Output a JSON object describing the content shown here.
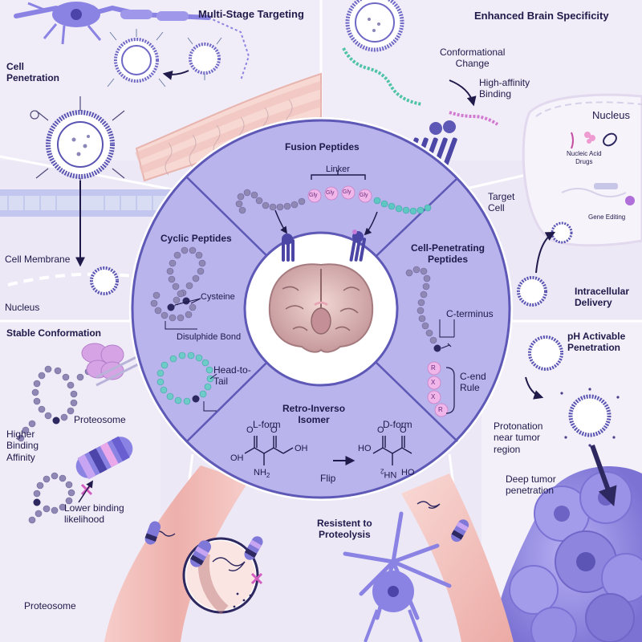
{
  "panels": {
    "multi_stage_targeting": "Multi-Stage Targeting",
    "enhanced_brain_specificity": "Enhanced Brain Specificity",
    "cell_penetration": "Cell\nPenetration",
    "stable_conformation": "Stable Conformation",
    "intracellular_delivery": "Intracellular\nDelivery",
    "ph_activable_penetration": "pH Activable\nPenetration",
    "resistant_to_proteolysis": "Resistent to\nProteolysis"
  },
  "center": {
    "fusion_peptides": "Fusion Peptides",
    "linker": "Linker",
    "gly": [
      "Gly",
      "Gly",
      "Gly",
      "Gly"
    ],
    "cyclic_peptides": "Cyclic Peptides",
    "cysteine": "Cysteine",
    "disulphide_bond": "Disulphide Bond",
    "head_to_tail": "Head-to-\nTail",
    "cell_penetrating_peptides": "Cell-Penetrating\nPeptides",
    "c_terminus": "C-terminus",
    "c_end_rule": "C-end\nRule",
    "rx_letters": [
      "R",
      "X",
      "X",
      "R"
    ],
    "retro_inverso_isomer": "Retro-Inverso\nIsomer",
    "l_form": "L-form",
    "d_form": "D-form",
    "flip": "Flip"
  },
  "labels": {
    "conformational_change": "Conformational\nChange",
    "high_affinity_binding": "High-affinity\nBinding",
    "nucleus_top": "Nucleus",
    "nucleic_acid_drugs": "Nucleic Acid\nDrugs",
    "gene_editing": "Gene Editing",
    "target_cell": "Target\nCell",
    "cell_membrane": "Cell Membrane",
    "nucleus_left": "Nucleus",
    "proteosome_top": "Proteosome",
    "higher_binding_affinity": "Higher\nBinding\nAffinity",
    "lower_binding_likelihood": "Lower binding\nlikelihood",
    "proteosome_bottom": "Proteosome",
    "protonation": "Protonation\nnear tumor\nregion",
    "deep_tumor_penetration": "Deep tumor\npenetration"
  },
  "chem": {
    "oh": "OH",
    "nh2": "NH",
    "nh2_sub": "2",
    "o": "O",
    "ho": "HO"
  },
  "colors": {
    "background": "#ece8f6",
    "center_ring": "#b9b4ec",
    "ring_border": "#5e58b6",
    "peptide_bead": "#8f88b5",
    "teal_bead": "#5ec7c4",
    "gly_bead": "#f0b6ea",
    "neuron": "#8b83e3",
    "vessel": "#f3c3be"
  }
}
